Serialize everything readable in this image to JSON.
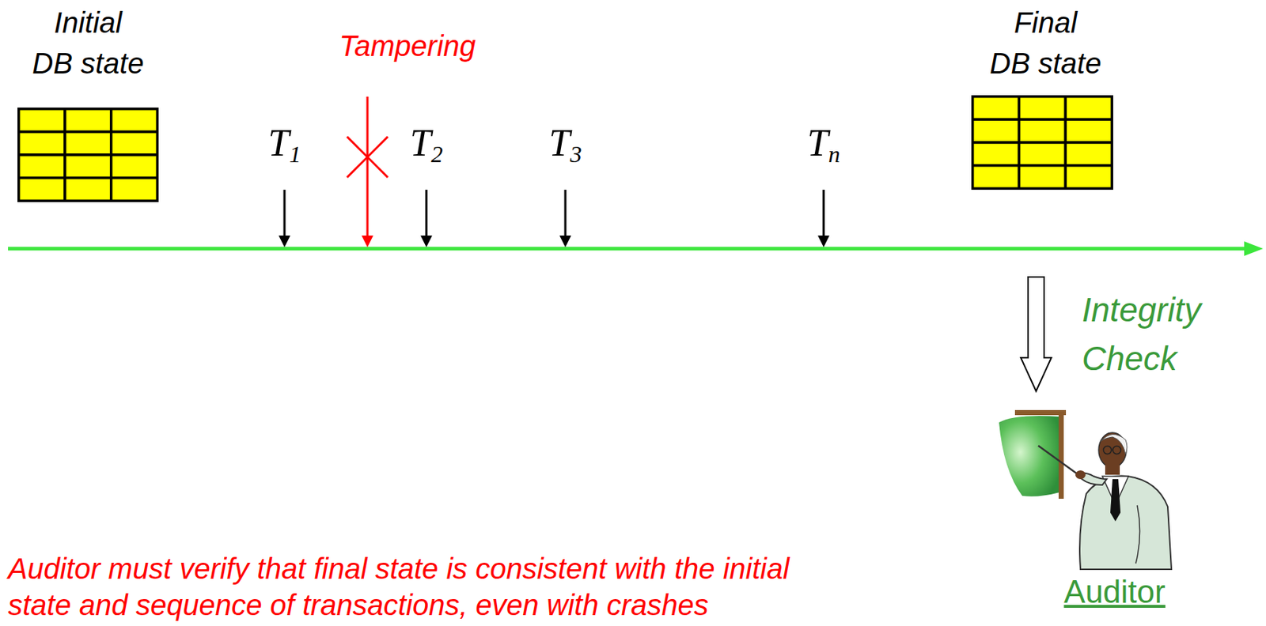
{
  "diagram": {
    "nodes": [
      {
        "text": [
          "Initial DB state"
        ]
      },
      {
        "text": [
          "Final DB state"
        ]
      },
      {
        "text": [
          "Auditor"
        ]
      }
    ],
    "labels": [
      "Tampering",
      "T1",
      "T2",
      "T3",
      "Tn",
      "Integrity Check",
      "Auditor must verify that final state is consistent with the initial state and sequence of transactions, even with crashes"
    ]
  }
}
